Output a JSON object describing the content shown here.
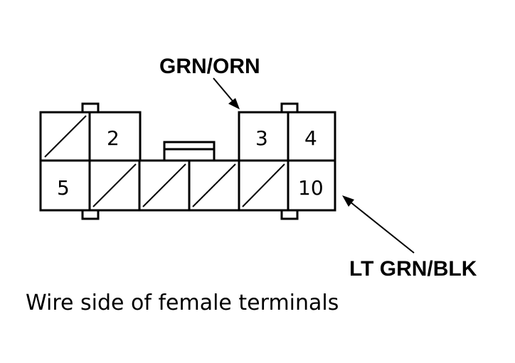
{
  "labels": {
    "top_wire": "GRN/ORN",
    "bottom_wire": "LT GRN/BLK",
    "caption": "Wire side of female terminals"
  },
  "terminals": {
    "t2": "2",
    "t3": "3",
    "t4": "4",
    "t5": "5",
    "t10": "10"
  },
  "colors": {
    "line": "#000000",
    "background": "#ffffff"
  }
}
